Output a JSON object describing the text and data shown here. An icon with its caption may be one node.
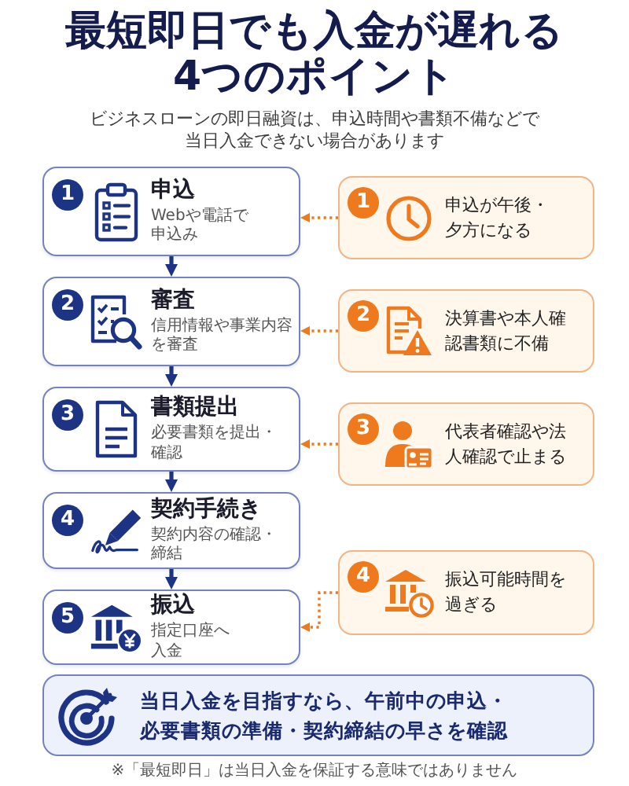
{
  "diagram": {
    "title": "最短即日でも入金が遅れる4つのポイント",
    "nodes": [
      {
        "text": [
          "1",
          "申込",
          "Webや電話で申込み"
        ]
      },
      {
        "text": [
          "2",
          "審査",
          "信用情報や事業内容を審査"
        ]
      },
      {
        "text": [
          "3",
          "書類提出",
          "必要書類を提出・確認"
        ]
      },
      {
        "text": [
          "4",
          "契約手続き",
          "契約内容の確認・締結"
        ]
      },
      {
        "text": [
          "5",
          "振込",
          "指定口座へ入金"
        ]
      },
      {
        "text": [
          "1",
          "申込が午後・夕方になる"
        ]
      },
      {
        "text": [
          "2",
          "決算書や本人確認書類に不備"
        ]
      },
      {
        "text": [
          "3",
          "代表者確認や法人確認で止まる"
        ]
      },
      {
        "text": [
          "4",
          "振込可能時間を過ぎる"
        ]
      },
      {
        "text": [
          "当日入金を目指すなら、午前中の申込・必要書類の準備・契約締結の早さを確認"
        ]
      }
    ],
    "edges": [
      {
        "from": 0,
        "to": 1,
        "arrow": "to"
      },
      {
        "from": 1,
        "to": 2,
        "arrow": "to"
      },
      {
        "from": 2,
        "to": 3,
        "arrow": "to"
      },
      {
        "from": 3,
        "to": 4,
        "arrow": "to"
      },
      {
        "from": 5,
        "to": 0,
        "arrow": "to",
        "style": "dashed",
        "color": "#ef7a1e"
      },
      {
        "from": 6,
        "to": 1,
        "arrow": "to",
        "style": "dashed",
        "color": "#ef7a1e"
      },
      {
        "from": 7,
        "to": 2,
        "arrow": "to",
        "style": "dashed",
        "color": "#ef7a1e"
      },
      {
        "from": 8,
        "to": 4,
        "arrow": "to",
        "style": "dashed",
        "color": "#ef7a1e"
      }
    ],
    "labels": [
      "ビジネスローンの即日融資は、申込時間や書類不備などで当日入金できない場合があります",
      "※「最短即日」は当日入金を保証する意味ではありません"
    ]
  }
}
